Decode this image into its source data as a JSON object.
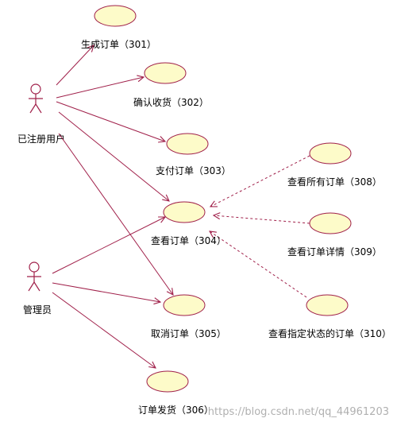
{
  "colors": {
    "line": "#a0204a",
    "ellipse_fill": "#fdfbc9",
    "ellipse_stroke": "#a0204a",
    "text": "#000000",
    "watermark": "#b0b0b0"
  },
  "actors": {
    "registered_user": "已注册用户",
    "admin": "管理员"
  },
  "use_cases": {
    "uc301": "生成订单（301）",
    "uc302": "确认收货（302）",
    "uc303": "支付订单（303）",
    "uc304": "查看订单（304）",
    "uc305": "取消订单（305）",
    "uc306": "订单发货（306）",
    "uc308": "查看所有订单（308）",
    "uc309": "查看订单详情（309）",
    "uc310": "查看指定状态的订单（310）"
  },
  "watermark": "https://blog.csdn.net/qq_44961203"
}
